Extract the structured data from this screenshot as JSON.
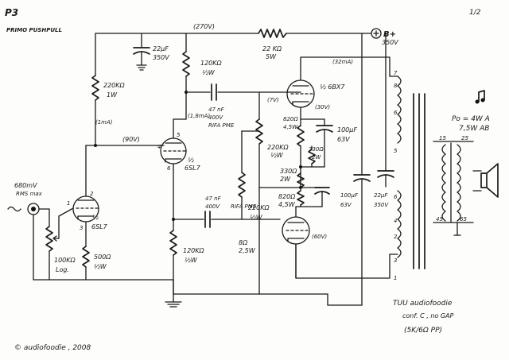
{
  "header": {
    "title": "P3",
    "subtitle": "PRIMO PUSHPULL",
    "page": "1/2"
  },
  "footer": {
    "copyright": "© audiofoodie , 2008"
  },
  "labels": {
    "v_rail": "(270V)",
    "bplus": "B+",
    "bplus_v": "350V",
    "input_level": "680mV",
    "input_sub": "RMS max",
    "v_v1a_plate": "(90V)",
    "i_v1a": "(1mA)",
    "i_v1b": "(1,8mA)",
    "i_v2a": "(32mA)",
    "i_v2b": "(60V)",
    "v_grid_up": "(7V)",
    "v_cath_up": "(30V)",
    "pout_a": "Po = 4W A",
    "pout_ab": "7,5W AB"
  },
  "pins": {
    "p1": "1",
    "p2": "2",
    "p3": "3",
    "p4": "4",
    "p5": "5",
    "p6": "6"
  },
  "components": {
    "r22k": {
      "value": "22 KΩ",
      "rating": "5W"
    },
    "c22_top": {
      "value": "22μF",
      "rating": "350V"
    },
    "pot": {
      "value": "100KΩ",
      "taper": "Log."
    },
    "v1a": {
      "half": "½",
      "type": "6SL7"
    },
    "r500": {
      "value": "500Ω",
      "rating": "½W"
    },
    "r220k_a": {
      "value": "220KΩ",
      "rating": "1W"
    },
    "v1b": {
      "half": "½",
      "type": "6SL7"
    },
    "r120k_up": {
      "value": "120KΩ",
      "rating": "½W"
    },
    "r120k_lo": {
      "value": "120KΩ",
      "rating": "½W"
    },
    "c47_up": {
      "value": "47 nF",
      "rating": "400V",
      "type": "RIFA PME"
    },
    "c47_lo": {
      "value": "47 nF",
      "rating": "400V",
      "type": "RIFA PME"
    },
    "v2a": {
      "half": "½ 6BX7",
      "type": ""
    },
    "r220k_gu": {
      "value": "220KΩ",
      "rating": "½W"
    },
    "r220k_gl": {
      "value": "220KΩ",
      "rating": "½W"
    },
    "r8": {
      "value": "8Ω",
      "rating": "2,5W"
    },
    "r820_u": {
      "value": "820Ω",
      "rating": "4,5W"
    },
    "c100_u": {
      "value": "100μF",
      "rating": "63V"
    },
    "r330_u": {
      "value": "330Ω",
      "rating": "2W"
    },
    "r330_l": {
      "value": "330Ω",
      "rating": "2W"
    },
    "r820_l": {
      "value": "820Ω",
      "rating": "4,5W"
    },
    "c100_psu": {
      "value": "100μF",
      "rating": "63V"
    },
    "c22_psu": {
      "value": "22μF",
      "rating": "350V"
    }
  },
  "ot": {
    "pins": {
      "7": "7",
      "8": "8",
      "6a": "6",
      "5a": "5",
      "6b": "6",
      "4": "4",
      "2": "2",
      "3": "3",
      "1": "1",
      "15": "15",
      "25": "25",
      "45": "45",
      "65": "65"
    }
  },
  "notes": {
    "line1": "TUU audiofoodie",
    "line2": "conf. C , no GAP",
    "line3": "(5K/6Ω PP)"
  }
}
